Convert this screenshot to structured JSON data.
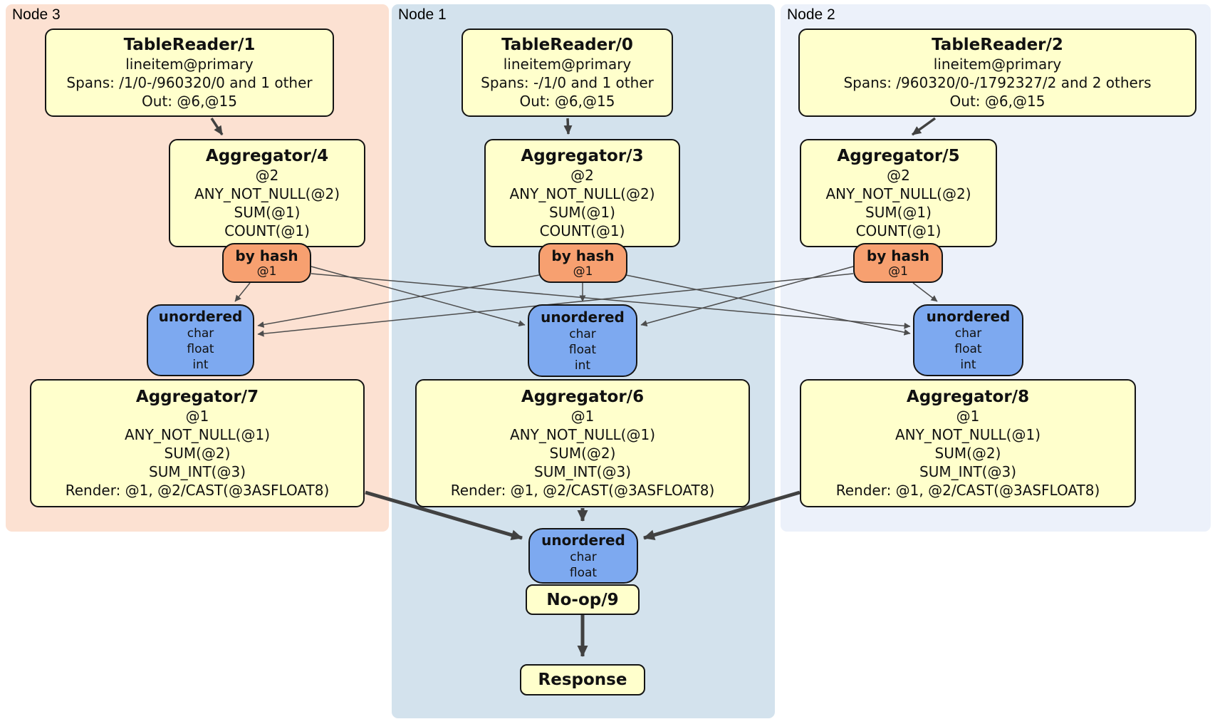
{
  "nodes": {
    "node3": {
      "label": "Node 3",
      "tablereader": {
        "title": "TableReader/1",
        "lines": [
          "lineitem@primary",
          "Spans: /1/0-/960320/0 and 1 other",
          "Out: @6,@15"
        ]
      },
      "agg_top": {
        "title": "Aggregator/4",
        "lines": [
          "@2",
          "ANY_NOT_NULL(@2)",
          "SUM(@1)",
          "COUNT(@1)"
        ]
      },
      "router": {
        "title": "by hash",
        "detail": "@1"
      },
      "sync": {
        "title": "unordered",
        "lines": [
          "char",
          "float",
          "int"
        ]
      },
      "agg_bottom": {
        "title": "Aggregator/7",
        "lines": [
          "@1",
          "ANY_NOT_NULL(@1)",
          "SUM(@2)",
          "SUM_INT(@3)",
          "Render: @1, @2/CAST(@3ASFLOAT8)"
        ]
      }
    },
    "node1": {
      "label": "Node 1",
      "tablereader": {
        "title": "TableReader/0",
        "lines": [
          "lineitem@primary",
          "Spans: -/1/0 and 1 other",
          "Out: @6,@15"
        ]
      },
      "agg_top": {
        "title": "Aggregator/3",
        "lines": [
          "@2",
          "ANY_NOT_NULL(@2)",
          "SUM(@1)",
          "COUNT(@1)"
        ]
      },
      "router": {
        "title": "by hash",
        "detail": "@1"
      },
      "sync": {
        "title": "unordered",
        "lines": [
          "char",
          "float",
          "int"
        ]
      },
      "agg_bottom": {
        "title": "Aggregator/6",
        "lines": [
          "@1",
          "ANY_NOT_NULL(@1)",
          "SUM(@2)",
          "SUM_INT(@3)",
          "Render: @1, @2/CAST(@3ASFLOAT8)"
        ]
      },
      "final_sync": {
        "title": "unordered",
        "lines": [
          "char",
          "float"
        ]
      },
      "noop": {
        "title": "No-op/9"
      },
      "response": {
        "title": "Response"
      }
    },
    "node2": {
      "label": "Node 2",
      "tablereader": {
        "title": "TableReader/2",
        "lines": [
          "lineitem@primary",
          "Spans: /960320/0-/1792327/2 and 2 others",
          "Out: @6,@15"
        ]
      },
      "agg_top": {
        "title": "Aggregator/5",
        "lines": [
          "@2",
          "ANY_NOT_NULL(@2)",
          "SUM(@1)",
          "COUNT(@1)"
        ]
      },
      "router": {
        "title": "by hash",
        "detail": "@1"
      },
      "sync": {
        "title": "unordered",
        "lines": [
          "char",
          "float",
          "int"
        ]
      },
      "agg_bottom": {
        "title": "Aggregator/8",
        "lines": [
          "@1",
          "ANY_NOT_NULL(@1)",
          "SUM(@2)",
          "SUM_INT(@3)",
          "Render: @1, @2/CAST(@3ASFLOAT8)"
        ]
      }
    }
  },
  "colors": {
    "node3_bg": "#fce1d2",
    "node1_bg": "#d3e2ed",
    "node2_bg": "#ecf1fa",
    "processor_bg": "#ffffcc",
    "router_bg": "#f7a070",
    "sync_bg": "#7da9f0",
    "border": "#141414",
    "edge": "#444444"
  }
}
